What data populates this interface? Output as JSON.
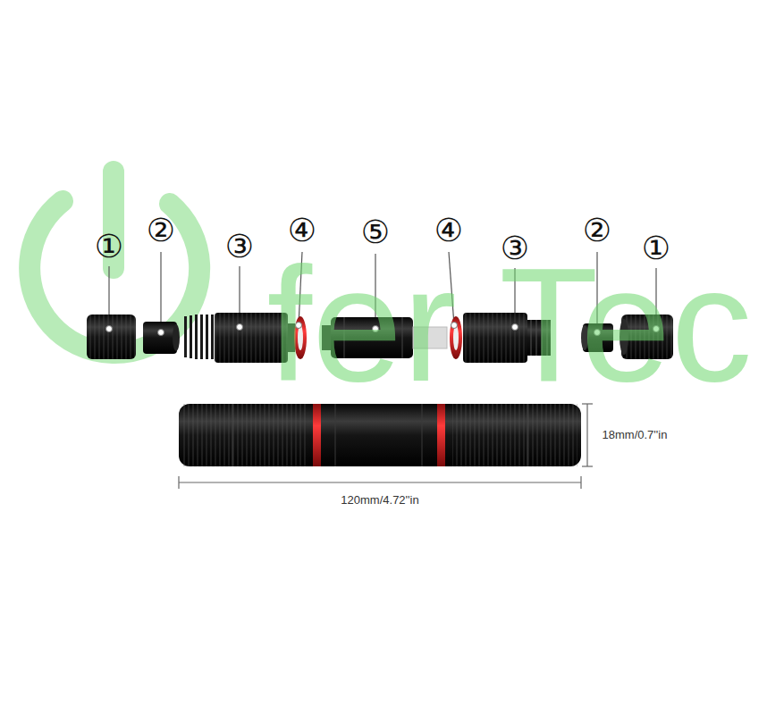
{
  "diagram": {
    "labels": [
      "①",
      "②",
      "③",
      "④",
      "⑤",
      "④",
      "③",
      "②",
      "①",
      "18mm/0.7''in",
      "120mm/4.72''in",
      "fer Tec"
    ]
  }
}
